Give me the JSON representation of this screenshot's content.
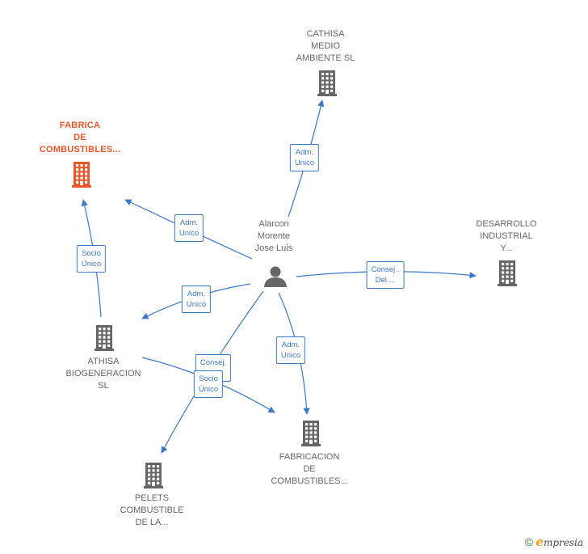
{
  "colors": {
    "edge": "#3b78c7",
    "node": "#666666",
    "focus": "#e8562a"
  },
  "nodes": [
    {
      "id": "person",
      "label": "Alarcon\nMorente\nJose Luis",
      "icon": "person-icon",
      "bold": false,
      "focus": false
    },
    {
      "id": "cathisa",
      "label": "CATHISA\nMEDIO\nAMBIENTE SL",
      "icon": "building-icon",
      "bold": false,
      "focus": false
    },
    {
      "id": "fabrica",
      "label": "FABRICA\nDE\nCOMBUSTIBLES...",
      "icon": "building-icon",
      "bold": true,
      "focus": true
    },
    {
      "id": "desarrollo",
      "label": "DESARROLLO\nINDUSTRIAL\nY...",
      "icon": "building-icon",
      "bold": false,
      "focus": false
    },
    {
      "id": "athisa",
      "label": "ATHISA\nBIOGENERACION\nSL",
      "icon": "building-icon",
      "bold": false,
      "focus": false
    },
    {
      "id": "fabricacion",
      "label": "FABRICACION\nDE\nCOMBUSTIBLES...",
      "icon": "building-icon",
      "bold": false,
      "focus": false
    },
    {
      "id": "pelets",
      "label": "PELETS\nCOMBUSTIBLE\nDE LA...",
      "icon": "building-icon",
      "bold": false,
      "focus": false
    }
  ],
  "edges": [
    {
      "from": "person",
      "to": "cathisa",
      "label": "Adm.\nUnico"
    },
    {
      "from": "person",
      "to": "fabrica",
      "label": "Adm.\nUnico"
    },
    {
      "from": "person",
      "to": "desarrollo",
      "label": "Consej .\nDel...."
    },
    {
      "from": "person",
      "to": "athisa",
      "label": "Adm.\nUnico"
    },
    {
      "from": "person",
      "to": "fabricacion",
      "label": "Adm.\nUnico"
    },
    {
      "from": "person",
      "to": "pelets",
      "label": "Consej.\n..."
    },
    {
      "from": "athisa",
      "to": "fabrica",
      "label": "Socio\nÚnico"
    },
    {
      "from": "athisa",
      "to": "fabricacion",
      "label": "Socio\nÚnico"
    }
  ],
  "brand": {
    "copyright": "©",
    "e": "e",
    "rest": "mpresia"
  }
}
